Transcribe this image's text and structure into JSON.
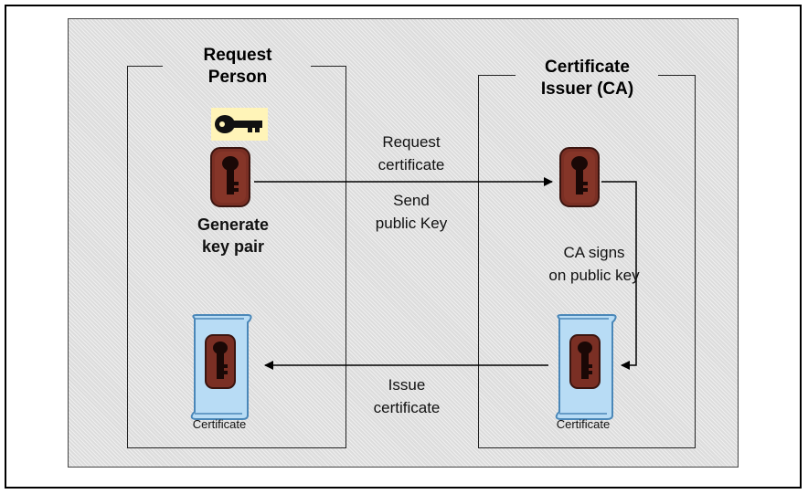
{
  "left_party": {
    "title": "Request\nPerson",
    "action": "Generate\nkey pair",
    "certificate_label": "Certificate"
  },
  "right_party": {
    "title": "Certificate\nIssuer (CA)",
    "certificate_label": "Certificate"
  },
  "flows": {
    "request_top": "Request\ncertificate",
    "request_bottom": "Send\npublic Key",
    "sign": "CA signs\non public key",
    "issue": "Issue\ncertificate"
  },
  "colors": {
    "key_highlight": "#fff4b8",
    "token_brown": "#7a2f24",
    "certificate_blue": "#b8dcf5"
  },
  "icons": [
    "key-icon",
    "key-token-icon",
    "certificate-icon"
  ]
}
